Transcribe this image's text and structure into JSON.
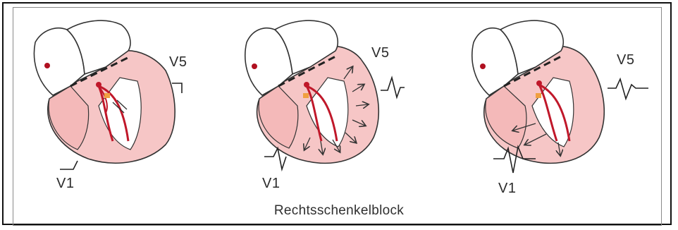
{
  "caption": "Rechtsschenkelblock",
  "panels": [
    {
      "lead_top": "V5",
      "lead_bottom": "V1"
    },
    {
      "lead_top": "V5",
      "lead_bottom": "V1"
    },
    {
      "lead_top": "V5",
      "lead_bottom": "V1"
    }
  ],
  "colors": {
    "myocardium": "#f6c6c6",
    "conduction": "#c0182a",
    "outline": "#333333",
    "av_node": "#f0a040",
    "atria": "#ffffff"
  }
}
